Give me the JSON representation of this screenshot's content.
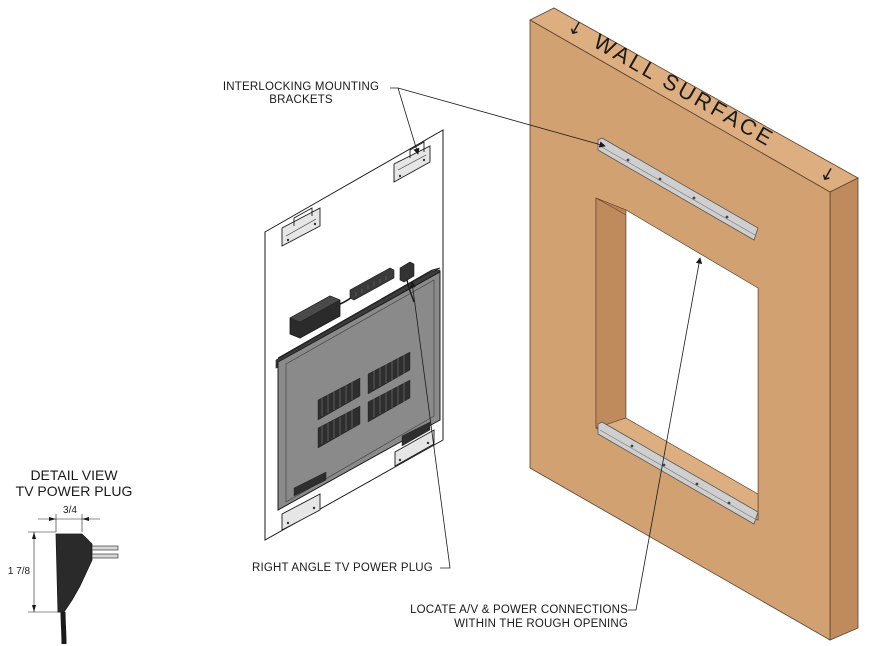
{
  "labels": {
    "brackets_line1": "INTERLOCKING MOUNTING",
    "brackets_line2": "BRACKETS",
    "power_plug": "RIGHT ANGLE TV POWER PLUG",
    "locate_line1": "LOCATE A/V & POWER CONNECTIONS",
    "locate_line2": "WITHIN THE ROUGH OPENING",
    "wall_surface": "WALL SURFACE",
    "detail_title_line1": "DETAIL VIEW",
    "detail_title_line2": "TV POWER PLUG",
    "dim_width": "3/4",
    "dim_height": "1 7/8"
  },
  "colors": {
    "wall_front": "#d2a172",
    "wall_side": "#c08b5c",
    "wall_top": "#dcae80",
    "opening_inner": "#c99866",
    "tv_body": "#8a8a8a",
    "tv_dark": "#3b3b3b",
    "bracket": "#cfcfcf"
  }
}
